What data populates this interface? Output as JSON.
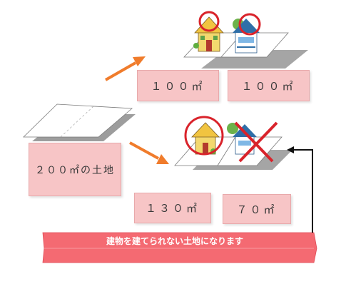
{
  "labels": {
    "land_200": "２００㎡の土地",
    "plot_100_left": "１００㎡",
    "plot_100_right": "１００㎡",
    "plot_130": "１３０㎡",
    "plot_70": "７０㎡"
  },
  "banner": {
    "text": "建物を建てられない土地になります"
  },
  "symbols": {
    "ok_marks": [
      "○",
      "○",
      "○"
    ],
    "ng_mark": "×"
  },
  "colors": {
    "label_fill": "#f7c5c6",
    "banner_fill": "#f46a72",
    "arrow_orange": "#f07c2c",
    "mark_red": "#d9232b",
    "arrow_black": "#111111"
  }
}
